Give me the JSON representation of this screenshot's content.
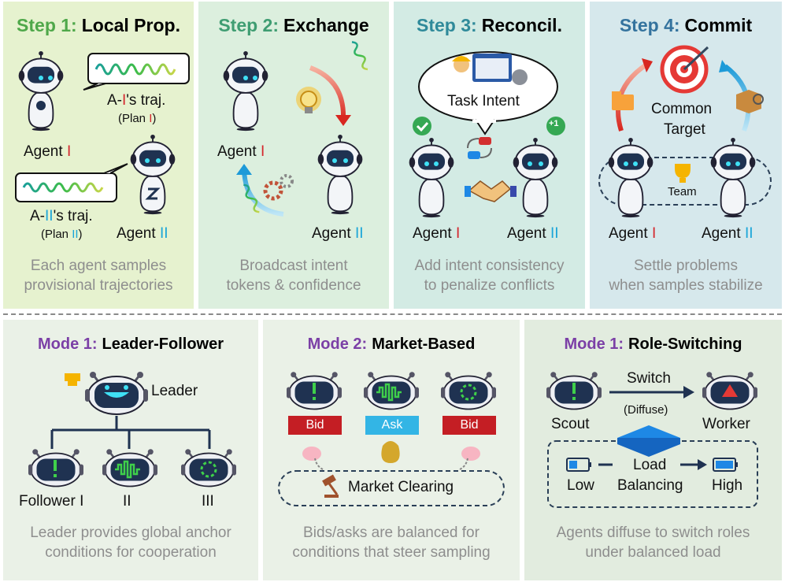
{
  "steps": [
    {
      "num": "Step 1:",
      "name": "Local Prop.",
      "caption_l1": "Each agent samples",
      "caption_l2": "provisional trajectories",
      "agent1_pre": "Agent",
      "agent1_id": "I",
      "agent2_pre": "Agent",
      "agent2_id": "II",
      "traj1_pre": "A-",
      "traj1_id": "I",
      "traj1_post": "'s traj.",
      "plan1_pre": "(Plan",
      "plan1_id": "I",
      "plan1_post": ")",
      "traj2_pre": "A-",
      "traj2_id": "II",
      "traj2_post": "'s traj.",
      "plan2_pre": "(Plan",
      "plan2_id": "II",
      "plan2_post": ")"
    },
    {
      "num": "Step 2:",
      "name": "Exchange",
      "caption_l1": "Broadcast intent",
      "caption_l2": "tokens & confidence",
      "agent1_pre": "Agent",
      "agent1_id": "I",
      "agent2_pre": "Agent",
      "agent2_id": "II"
    },
    {
      "num": "Step 3:",
      "name": "Reconcil.",
      "caption_l1": "Add intent consistency",
      "caption_l2": "to penalize conflicts",
      "bubble": "Task Intent",
      "badge": "+1",
      "agent1_pre": "Agent",
      "agent1_id": "I",
      "agent2_pre": "Agent",
      "agent2_id": "II"
    },
    {
      "num": "Step 4:",
      "name": "Commit",
      "caption_l1": "Settle problems",
      "caption_l2": "when samples stabilize",
      "target_l1": "Common",
      "target_l2": "Target",
      "team": "Team",
      "agent1_pre": "Agent",
      "agent1_id": "I",
      "agent2_pre": "Agent",
      "agent2_id": "II"
    }
  ],
  "modes": [
    {
      "num": "Mode 1:",
      "name": "Leader-Follower",
      "caption_l1": "Leader provides global anchor",
      "caption_l2": "conditions for cooperation",
      "leader": "Leader",
      "follower1": "Follower I",
      "follower2": "II",
      "follower3": "III"
    },
    {
      "num": "Mode 2:",
      "name": "Market-Based",
      "caption_l1": "Bids/asks are balanced for",
      "caption_l2": "conditions that steer sampling",
      "tag1": "Bid",
      "tag2": "Ask",
      "tag3": "Bid",
      "clearing": "Market Clearing"
    },
    {
      "num": "Mode 1:",
      "name": "Role-Switching",
      "caption_l1": "Agents diffuse to switch roles",
      "caption_l2": "under balanced load",
      "switch": "Switch",
      "diffuse": "(Diffuse)",
      "scout": "Scout",
      "worker": "Worker",
      "low": "Low",
      "load": "Load",
      "balancing": "Balancing",
      "high": "High"
    }
  ],
  "colors": {
    "step1": "#4fa84a",
    "step2": "#3f9d72",
    "step3": "#2f8a9a",
    "step4": "#34739e",
    "mode": "#7b3fa6",
    "agent_one": "#d4262c",
    "agent_two": "#1aa5d8",
    "bid": "#c41e24",
    "ask": "#33b5e5"
  }
}
